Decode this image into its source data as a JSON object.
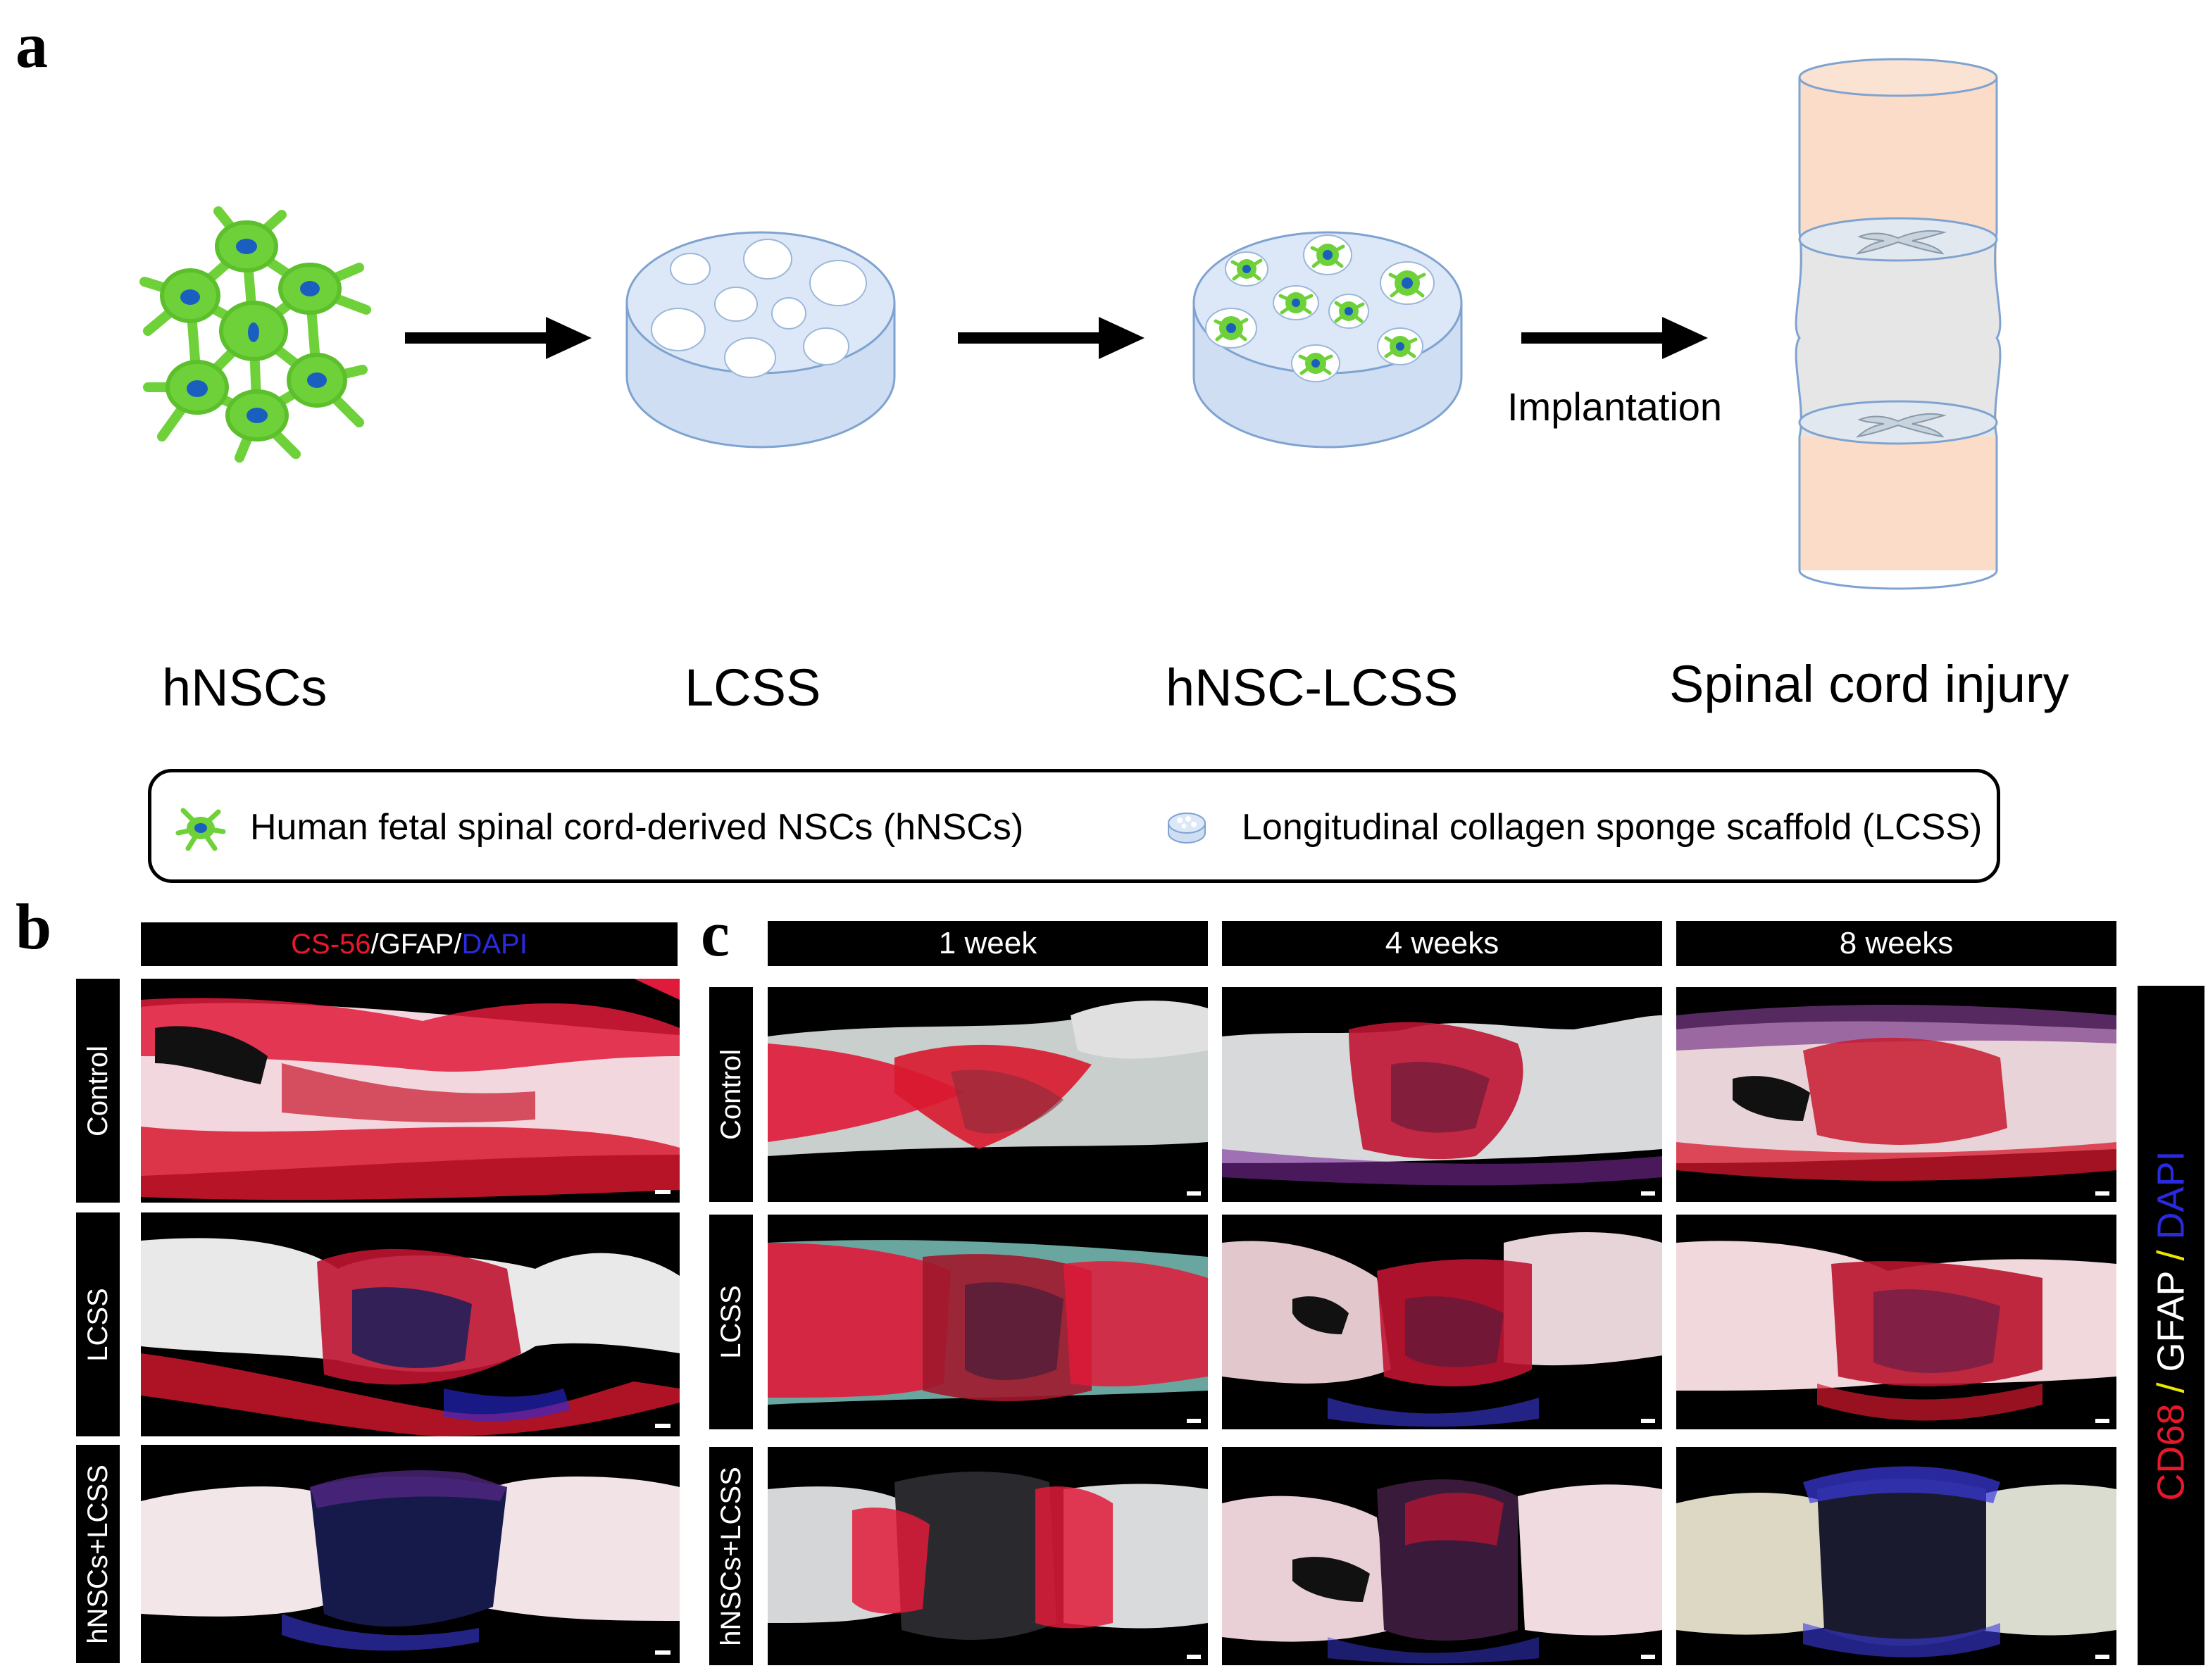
{
  "panel_a": {
    "label": "a",
    "stages": [
      "hNSCs",
      "LCSS",
      "hNSC-LCSS",
      "Spinal cord injury"
    ],
    "arrow_caption": "Implantation",
    "legend": {
      "item1": "Human fetal spinal cord-derived NSCs (hNSCs)",
      "item2": "Longitudinal collagen sponge scaffold (LCSS)"
    }
  },
  "panel_b": {
    "label": "b",
    "stain": {
      "part1": "CS-56",
      "sep1": "/",
      "part2": "GFAP",
      "sep2": "/",
      "part3": "DAPI"
    },
    "rows": [
      "Control",
      "LCSS",
      "hNSCs+LCSS"
    ]
  },
  "panel_c": {
    "label": "c",
    "columns": [
      "1 week",
      "4 weeks",
      "8 weeks"
    ],
    "rows": [
      "Control",
      "LCSS",
      "hNSCs+LCSS"
    ],
    "stain": {
      "part1": "CD68",
      "sep1": " / ",
      "part2": "GFAP",
      "sep2": " / ",
      "part3": "DAPI"
    }
  },
  "colors": {
    "red_stain": "#e8182c",
    "blue_stain": "#2a2ae0",
    "cell_green": "#6fd13a",
    "nucleus_blue": "#1a5fbf",
    "scaffold_blue": "#cfdef2",
    "cord_peach": "#fadcc8"
  }
}
